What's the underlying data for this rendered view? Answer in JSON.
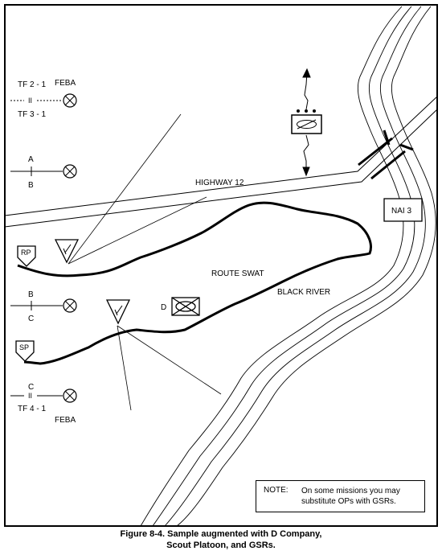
{
  "legend": {
    "top": {
      "line1": "TF 2 - 1",
      "line2": "TF 3 - 1",
      "tag": "FEBA",
      "sep": "II"
    },
    "ab": {
      "line1": "A",
      "line2": "B"
    },
    "bc": {
      "line1": "B",
      "line2": "C"
    },
    "bottom": {
      "line1": "C",
      "line2": "TF 4 - 1",
      "tag": "FEBA",
      "sep": "II"
    }
  },
  "map": {
    "highway": "HIGHWAY 12",
    "route": "ROUTE SWAT",
    "river": "BLACK RIVER",
    "nai": "NAI 3",
    "rp": "RP",
    "sp": "SP",
    "unit_d": "D"
  },
  "note": {
    "label": "NOTE:",
    "text": "On some missions you may substitute OPs with GSRs."
  },
  "caption": {
    "line1": "Figure 8-4.   Sample augmented with D Company,",
    "line2": "Scout Platoon, and GSRs."
  }
}
